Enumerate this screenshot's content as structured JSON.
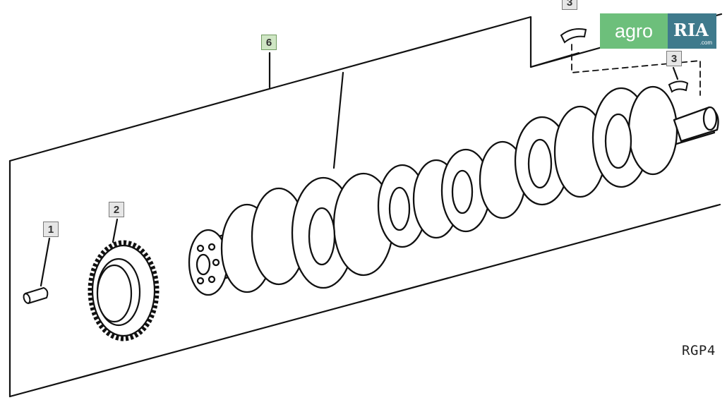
{
  "callouts": {
    "c1": "1",
    "c2": "2",
    "c3": "3",
    "c3top": "3",
    "c6": "6"
  },
  "reference_code": "RGP4",
  "logo": {
    "left": "agro",
    "right": "RIA",
    "sub": ".com",
    "left_color": "#6dbf7b",
    "right_color": "#3f7a8c"
  },
  "parts": [
    "pin-icon",
    "timing-gear-icon",
    "crankshaft-icon",
    "bearing-shell-icon"
  ]
}
